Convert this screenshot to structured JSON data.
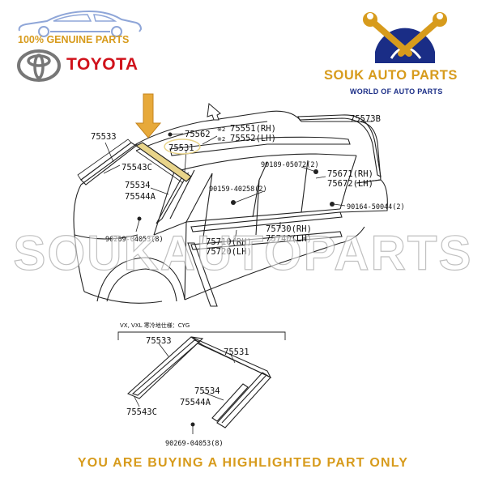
{
  "brand": {
    "genuine": "100% GENUINE PARTS",
    "toyota": "TOYOTA",
    "store_name": "SOUK AUTO PARTS",
    "store_tagline": "WORLD OF AUTO PARTS"
  },
  "watermark": "SOUKAUTOPARTS",
  "footer": "YOU ARE BUYING A HIGHLIGHTED PART ONLY",
  "diagram": {
    "labels": {
      "p75533": "75533",
      "p75543C": "75543C",
      "p75562": "75562",
      "p75531": "75531",
      "p75551": "75551(RH)",
      "p75552": "75552(LH)",
      "note_mark": "※2",
      "p75573B": "75573B",
      "p90189": "90189-05072(2)",
      "p75671": "75671(RH)",
      "p75672": "75672(LH)",
      "p75534": "75534",
      "p75544A": "75544A",
      "p90159": "90159-40258(2)",
      "p90164": "90164-50044(2)",
      "p75730": "75730(RH)",
      "p75740": "75740(LH)",
      "p75710": "75710(RH)",
      "p75720": "75720(LH)",
      "p90269": "90269-04053(8)"
    },
    "inset": {
      "title": "VX, VXL 寒冷地仕様：CYG",
      "p75533": "75533",
      "p75531": "75531",
      "p75534": "75534",
      "p75544A": "75544A",
      "p75543C": "75543C",
      "p90269": "90269-04053(8)"
    }
  },
  "colors": {
    "gold": "#d79b1c",
    "toyota_red": "#d0121b",
    "navy": "#1a2d86",
    "arrow": "#e7a93a",
    "highlight": "#e8d48a"
  },
  "icons": [
    "car-outline-icon",
    "toyota-logo-icon",
    "crossed-wrenches-icon",
    "highlight-arrow-icon"
  ]
}
